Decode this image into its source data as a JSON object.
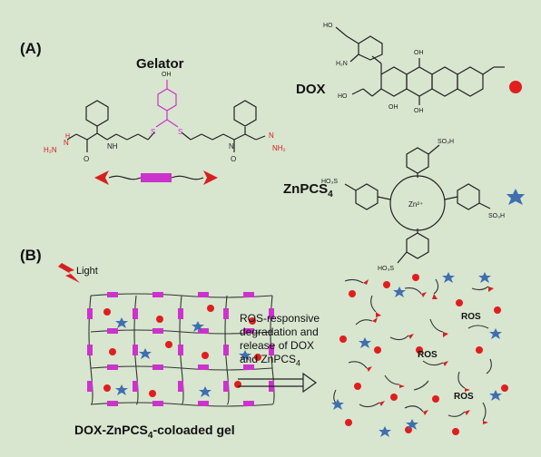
{
  "panel_a": {
    "label": "(A)",
    "gelator_title": "Gelator",
    "gelator_groups": {
      "oh": "OH",
      "h2n_left": "H₂N",
      "hn_left": "N",
      "h_left": "H",
      "nh_right": "N",
      "nh2_right": "NH₂",
      "s1": "S",
      "s2": "S",
      "nh_mid_l": "NH",
      "nh_mid_r": "N",
      "o_l": "O",
      "o_r": "O"
    },
    "dox_title": "DOX",
    "dox_groups": {
      "ho": "HO",
      "h2n": "H₂N",
      "oh1": "OH",
      "oh2": "OH",
      "oh3": "OH",
      "ho2": "HO"
    },
    "znpcs_title_main": "ZnPCS",
    "znpcs_title_sub": "4",
    "znpcs_groups": {
      "so3h_top": "SO₃H",
      "so3h_left": "HO₃S",
      "so3h_right": "SO₃H",
      "so3h_bottom": "HO₃S",
      "zn": "Zn²⁺"
    }
  },
  "panel_b": {
    "label": "(B)",
    "light": "Light",
    "arrow_text_lines": [
      "ROS-responsive",
      "degradation and",
      "release of DOX",
      "and ZnPCS"
    ],
    "arrow_text_sub": "4",
    "ros_labels": [
      "ROS",
      "ROS",
      "ROS"
    ],
    "gel_caption_main": "DOX-ZnPCS",
    "gel_caption_sub": "4",
    "gel_caption_tail": "-coloaded gel"
  },
  "colors": {
    "background": "#d8e5cf",
    "dox_marker": "#e01e1e",
    "znpcs_marker": "#3f6fb0",
    "linker": "#cc33cc",
    "gelator_end": "#d62020",
    "bond": "#222222"
  }
}
